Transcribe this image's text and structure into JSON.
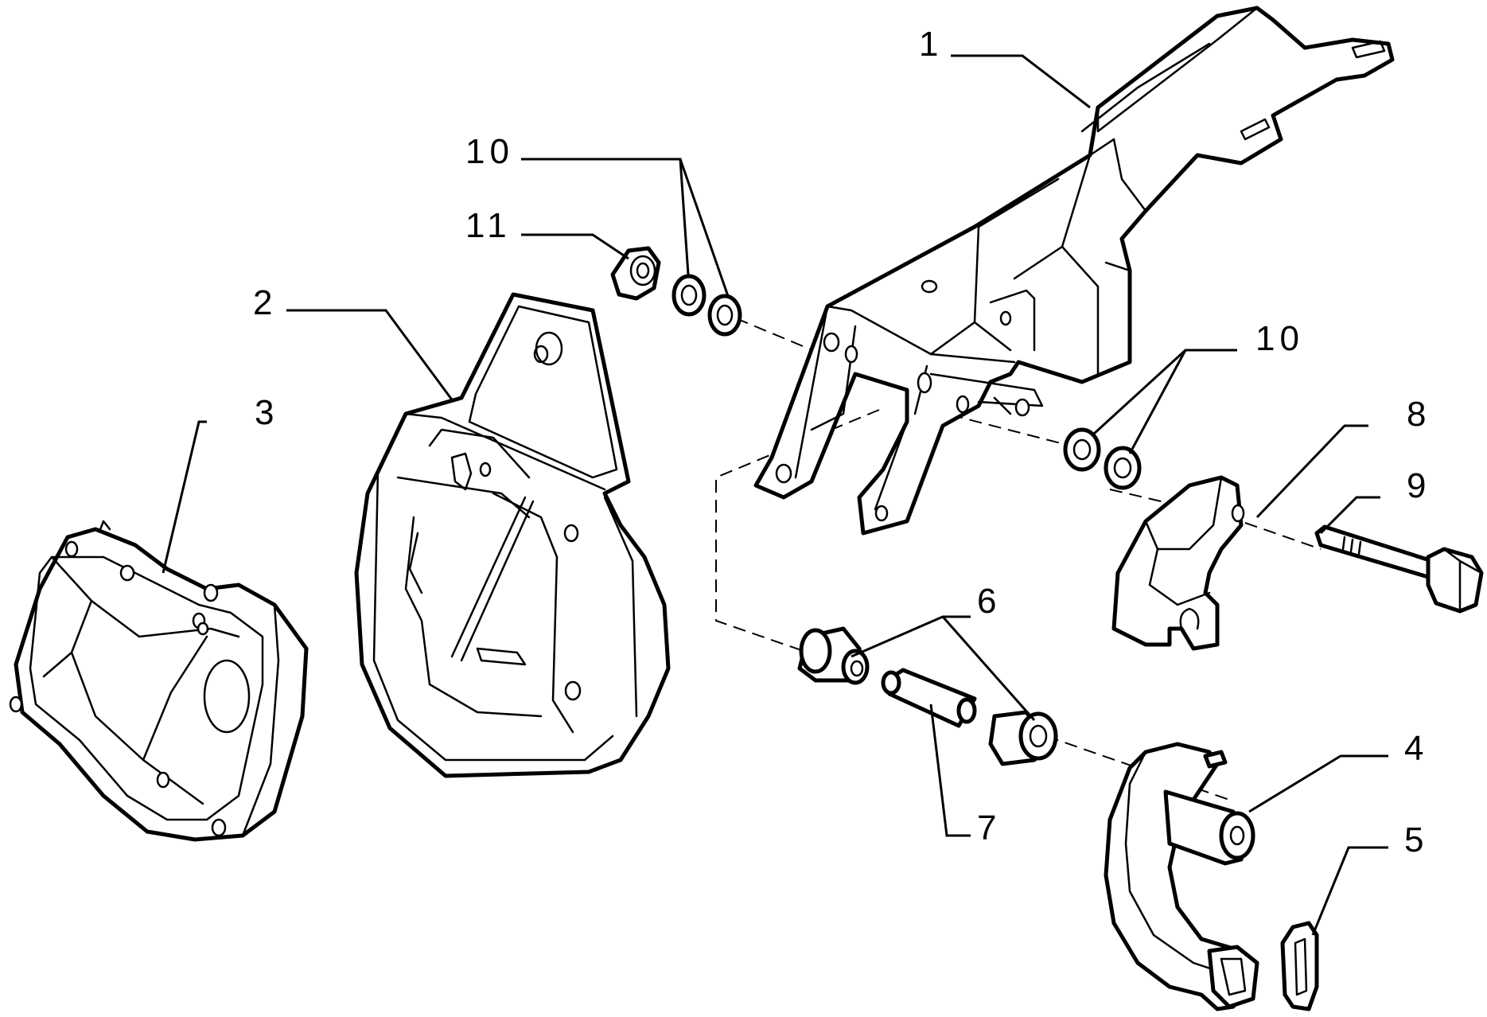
{
  "callouts": [
    {
      "id": "1",
      "text": "1"
    },
    {
      "id": "2",
      "text": "2"
    },
    {
      "id": "3",
      "text": "3"
    },
    {
      "id": "4",
      "text": "4"
    },
    {
      "id": "5",
      "text": "5"
    },
    {
      "id": "6",
      "text": "6"
    },
    {
      "id": "7",
      "text": "7"
    },
    {
      "id": "8",
      "text": "8"
    },
    {
      "id": "9",
      "text": "9"
    },
    {
      "id": "10a",
      "text": "10"
    },
    {
      "id": "10b",
      "text": "10"
    },
    {
      "id": "11",
      "text": "11"
    }
  ],
  "parts": [
    {
      "ref": "1",
      "part": "pedal-support-bracket"
    },
    {
      "ref": "2",
      "part": "bracket-housing"
    },
    {
      "ref": "3",
      "part": "cover"
    },
    {
      "ref": "4",
      "part": "pedal"
    },
    {
      "ref": "5",
      "part": "pedal-pad"
    },
    {
      "ref": "6",
      "part": "bushing"
    },
    {
      "ref": "7",
      "part": "spacer-tube"
    },
    {
      "ref": "8",
      "part": "plate"
    },
    {
      "ref": "9",
      "part": "bolt"
    },
    {
      "ref": "10",
      "part": "washer"
    },
    {
      "ref": "11",
      "part": "nut"
    }
  ]
}
